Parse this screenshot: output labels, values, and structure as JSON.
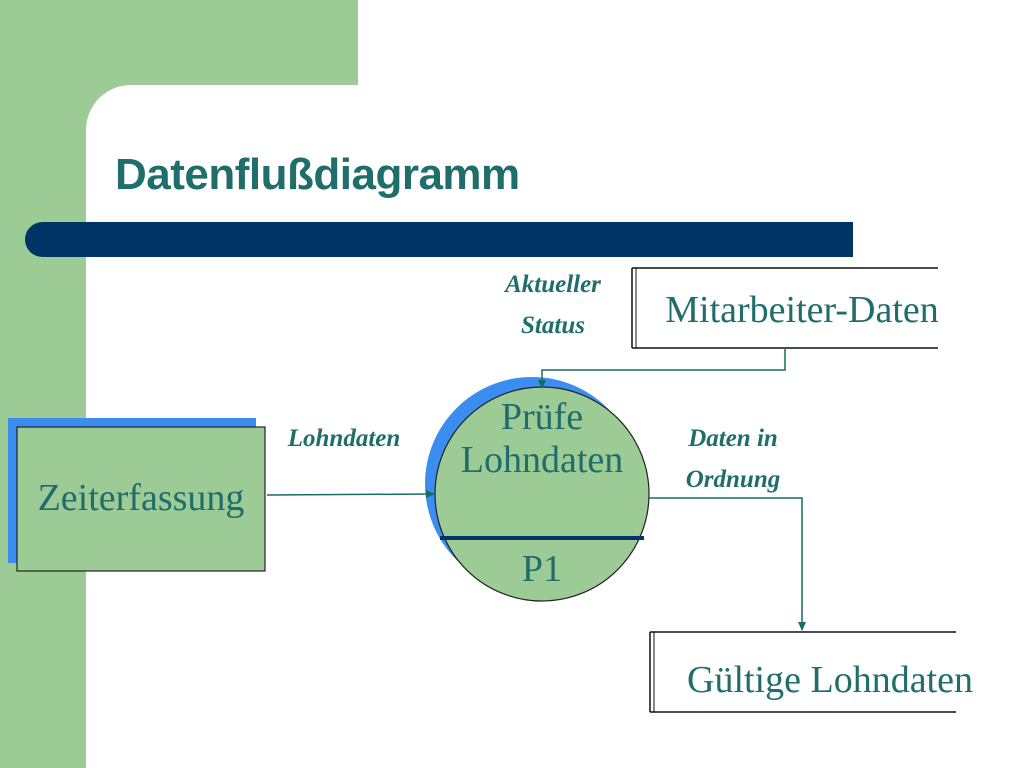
{
  "slide": {
    "title": "Datenflußdiagramm"
  },
  "diagram": {
    "external_entity": "Zeiterfassung",
    "process": {
      "name_line1": "Prüfe",
      "name_line2": "Lohndaten",
      "id": "P1"
    },
    "stores": {
      "source": "Mitarbeiter-Daten",
      "target": "Gültige Lohndaten"
    },
    "flows": {
      "input": "Lohndaten",
      "status_line1": "Aktueller",
      "status_line2": "Status",
      "output_line1": "Daten in",
      "output_line2": "Ordnung"
    }
  },
  "colors": {
    "background_green": "#9dcb96",
    "title_teal": "#1f6e6b",
    "title_bar_navy": "#003366",
    "shadow_blue": "#3b8ef0",
    "line_teal": "#1a6b66"
  }
}
